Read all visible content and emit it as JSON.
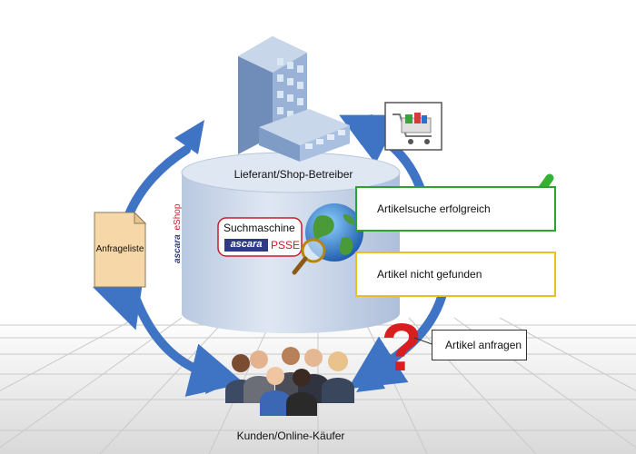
{
  "nodes": {
    "supplier_label": "Lieferant/Shop-Betreiber",
    "customers_label": "Kunden/Online-Käufer",
    "request_list_label": "Anfrageliste",
    "eshop_brand": "ascara",
    "eshop_product": "eShop",
    "search_engine_title": "Suchmaschine",
    "search_engine_brand": "ascara",
    "search_engine_product": "PSSE"
  },
  "results": {
    "success_label": "Artikelsuche erfolgreich",
    "not_found_label": "Artikel nicht gefunden",
    "request_label": "Artikel anfragen"
  },
  "colors": {
    "arrow": "#3f74c4",
    "success_border": "#2fa12f",
    "not_found_border": "#e8c21c",
    "cylinder": "#cfdaea",
    "request_note": "#f6d7a7",
    "question_mark": "#d81e1e",
    "brand": "#c81c2a"
  }
}
